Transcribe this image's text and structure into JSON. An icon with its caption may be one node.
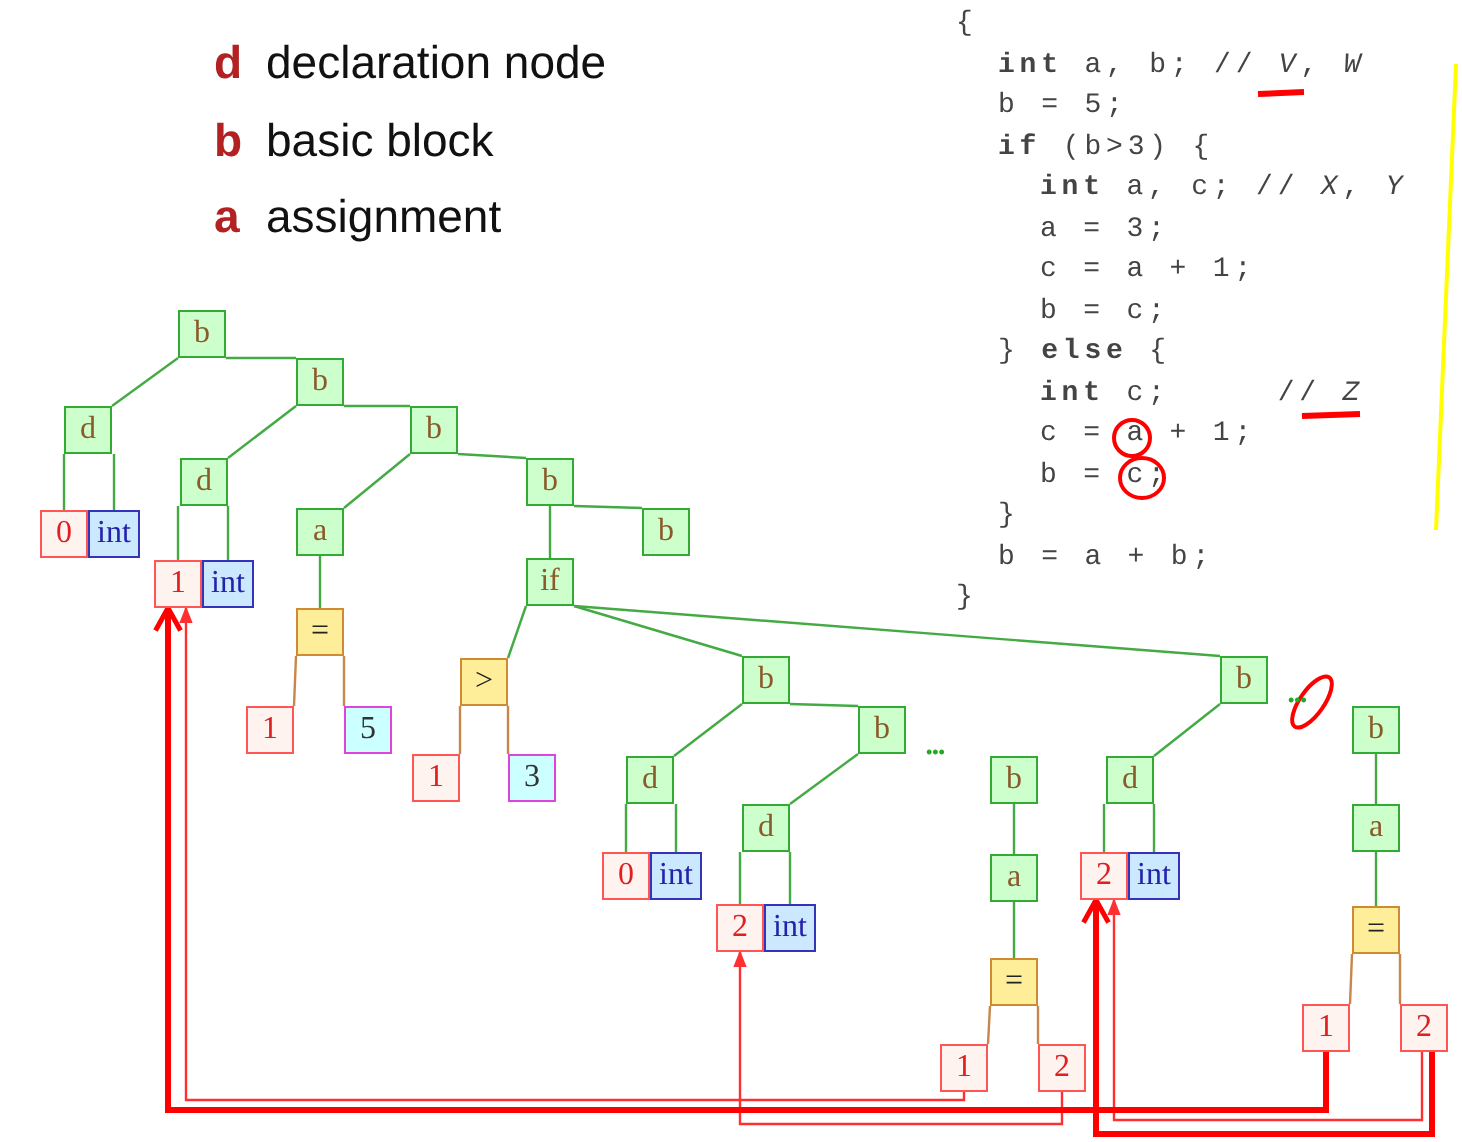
{
  "diagram": {
    "nodes": [
      {
        "text": [
          "b"
        ]
      },
      {
        "text": [
          "d"
        ]
      },
      {
        "text": [
          "0"
        ]
      },
      {
        "text": [
          "int"
        ]
      },
      {
        "text": [
          "b"
        ]
      },
      {
        "text": [
          "d"
        ]
      },
      {
        "text": [
          "1"
        ]
      },
      {
        "text": [
          "int"
        ]
      },
      {
        "text": [
          "b"
        ]
      },
      {
        "text": [
          "a"
        ]
      },
      {
        "text": [
          "="
        ]
      },
      {
        "text": [
          "1"
        ]
      },
      {
        "text": [
          "5"
        ]
      },
      {
        "text": [
          "b"
        ]
      },
      {
        "text": [
          "b"
        ]
      },
      {
        "text": [
          "if"
        ]
      },
      {
        "text": [
          ">"
        ]
      },
      {
        "text": [
          "1"
        ]
      },
      {
        "text": [
          "3"
        ]
      },
      {
        "text": [
          "b"
        ]
      },
      {
        "text": [
          "b"
        ]
      },
      {
        "text": [
          "d"
        ]
      },
      {
        "text": [
          "0"
        ]
      },
      {
        "text": [
          "int"
        ]
      },
      {
        "text": [
          "d"
        ]
      },
      {
        "text": [
          "2"
        ]
      },
      {
        "text": [
          "int"
        ]
      },
      {
        "text": [
          "b"
        ]
      },
      {
        "text": [
          "a"
        ]
      },
      {
        "text": [
          "="
        ]
      },
      {
        "text": [
          "1"
        ]
      },
      {
        "text": [
          "2"
        ]
      },
      {
        "text": [
          "b"
        ]
      },
      {
        "text": [
          "d"
        ]
      },
      {
        "text": [
          "2"
        ]
      },
      {
        "text": [
          "int"
        ]
      },
      {
        "text": [
          "b"
        ]
      },
      {
        "text": [
          "a"
        ]
      },
      {
        "text": [
          "="
        ]
      },
      {
        "text": [
          "1"
        ]
      },
      {
        "text": [
          "2"
        ]
      }
    ],
    "edges": [
      {
        "from": 0,
        "to": 1,
        "arrow": "none"
      },
      {
        "from": 0,
        "to": 4,
        "arrow": "none"
      },
      {
        "from": 1,
        "to": 2,
        "arrow": "none"
      },
      {
        "from": 1,
        "to": 3,
        "arrow": "none"
      },
      {
        "from": 4,
        "to": 5,
        "arrow": "none"
      },
      {
        "from": 4,
        "to": 8,
        "arrow": "none"
      },
      {
        "from": 5,
        "to": 6,
        "arrow": "none"
      },
      {
        "from": 5,
        "to": 7,
        "arrow": "none"
      },
      {
        "from": 8,
        "to": 9,
        "arrow": "none"
      },
      {
        "from": 8,
        "to": 13,
        "arrow": "none"
      },
      {
        "from": 9,
        "to": 10,
        "arrow": "none"
      },
      {
        "from": 10,
        "to": 11,
        "arrow": "none",
        "color": "#c8864a"
      },
      {
        "from": 10,
        "to": 12,
        "arrow": "none",
        "color": "#c8864a"
      },
      {
        "from": 13,
        "to": 15,
        "arrow": "none"
      },
      {
        "from": 13,
        "to": 14,
        "arrow": "none"
      },
      {
        "from": 15,
        "to": 16,
        "arrow": "none"
      },
      {
        "from": 15,
        "to": 19,
        "arrow": "none"
      },
      {
        "from": 15,
        "to": 32,
        "arrow": "none"
      },
      {
        "from": 16,
        "to": 17,
        "arrow": "none",
        "color": "#c8864a"
      },
      {
        "from": 16,
        "to": 18,
        "arrow": "none",
        "color": "#c8864a"
      },
      {
        "from": 19,
        "to": 21,
        "arrow": "none"
      },
      {
        "from": 19,
        "to": 20,
        "arrow": "none"
      },
      {
        "from": 21,
        "to": 22,
        "arrow": "none"
      },
      {
        "from": 21,
        "to": 23,
        "arrow": "none"
      },
      {
        "from": 20,
        "to": 24,
        "arrow": "none"
      },
      {
        "from": 24,
        "to": 25,
        "arrow": "none"
      },
      {
        "from": 24,
        "to": 26,
        "arrow": "none"
      },
      {
        "from": 27,
        "to": 28,
        "arrow": "none"
      },
      {
        "from": 28,
        "to": 29,
        "arrow": "none"
      },
      {
        "from": 29,
        "to": 30,
        "arrow": "none",
        "color": "#c8864a"
      },
      {
        "from": 29,
        "to": 31,
        "arrow": "none",
        "color": "#c8864a"
      },
      {
        "from": 32,
        "to": 33,
        "arrow": "none"
      },
      {
        "from": 33,
        "to": 34,
        "arrow": "none"
      },
      {
        "from": 33,
        "to": 35,
        "arrow": "none"
      },
      {
        "from": 36,
        "to": 37,
        "arrow": "none"
      },
      {
        "from": 37,
        "to": 38,
        "arrow": "none"
      },
      {
        "from": 38,
        "to": 39,
        "arrow": "none",
        "color": "#c8864a"
      },
      {
        "from": 38,
        "to": 40,
        "arrow": "none",
        "color": "#c8864a"
      },
      {
        "from": 30,
        "to": 6,
        "arrow": "to",
        "color": "#ff3030"
      },
      {
        "from": 31,
        "to": 25,
        "arrow": "to",
        "color": "#ff3030"
      },
      {
        "from": 40,
        "to": 34,
        "arrow": "to",
        "color": "#ff3030"
      },
      {
        "from": 39,
        "to": 6,
        "arrow": "to",
        "style": "thick",
        "color": "#ff0000"
      },
      {
        "from": 40,
        "to": 34,
        "arrow": "to",
        "style": "thick",
        "color": "#ff0000"
      }
    ],
    "labels": [
      "d",
      "declaration node",
      "b",
      "basic block",
      "a",
      "assignment",
      "{",
      "**int** a, b; // *V*, *W*",
      "b = 5;",
      "**if** (b>3) {",
      "**int** a, c; // *X*, *Y*",
      "a = 3;",
      "c = a + 1;",
      "b = c;",
      "} **else** {",
      "**int** c;     // *Z*",
      "c = a + 1;",
      "b = c;",
      "}",
      "b = a + b;",
      "}",
      "•••",
      "•••"
    ]
  }
}
